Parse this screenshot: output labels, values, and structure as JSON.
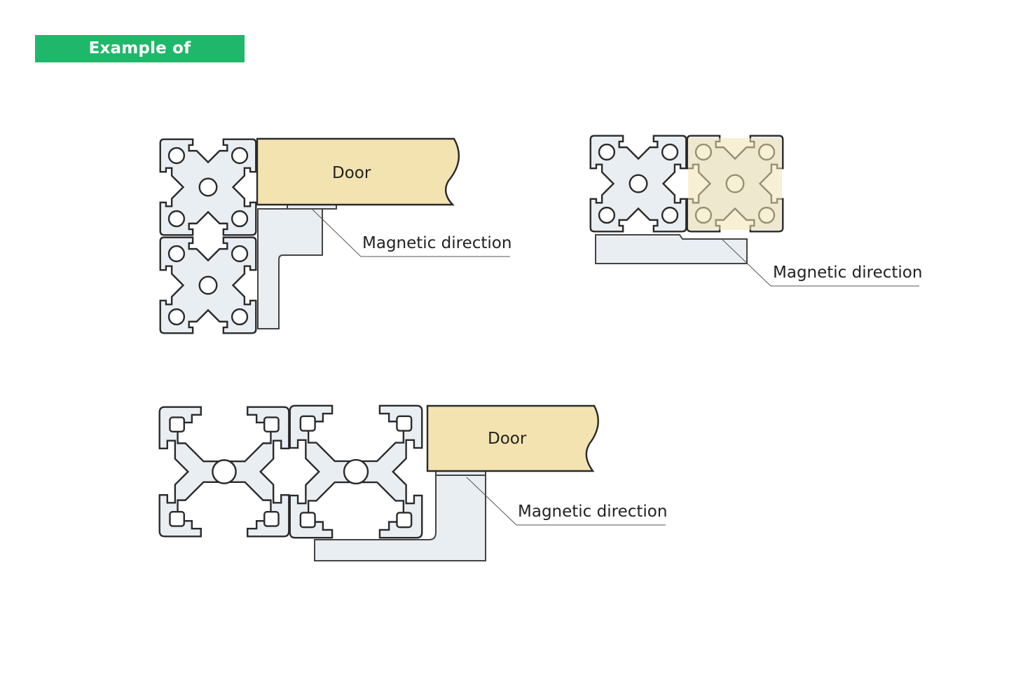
{
  "title": "Example of installation",
  "colors": {
    "badge": "#1fb86a",
    "door": "#f3e3b0",
    "profile": "#e9eef3",
    "highlight_profile": "#f3e3b0"
  },
  "examples": [
    {
      "door_label": "Door",
      "magnet_label": "Magnetic direction"
    },
    {
      "magnet_label": "Magnetic direction"
    },
    {
      "door_label": "Door",
      "magnet_label": "Magnetic direction"
    }
  ]
}
